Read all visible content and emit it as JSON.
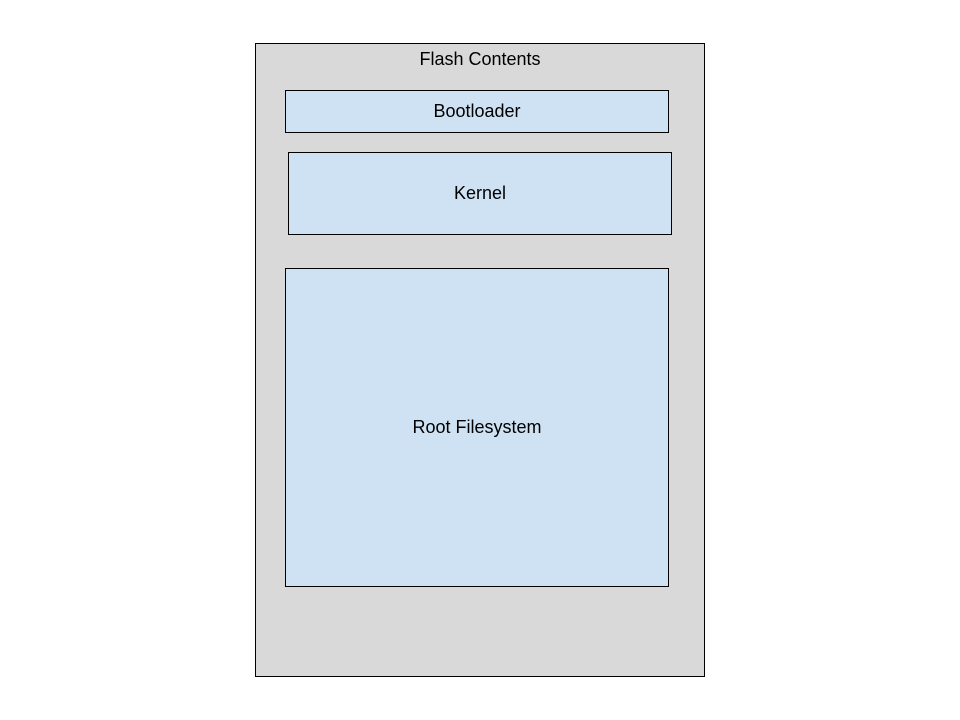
{
  "diagram": {
    "container": {
      "title": "Flash Contents",
      "fill": "#d9d9d9"
    },
    "blocks": [
      {
        "label": "Bootloader",
        "fill": "#cfe2f3"
      },
      {
        "label": "Kernel",
        "fill": "#cfe2f3"
      },
      {
        "label": "Root Filesystem",
        "fill": "#cfe2f3"
      }
    ]
  }
}
